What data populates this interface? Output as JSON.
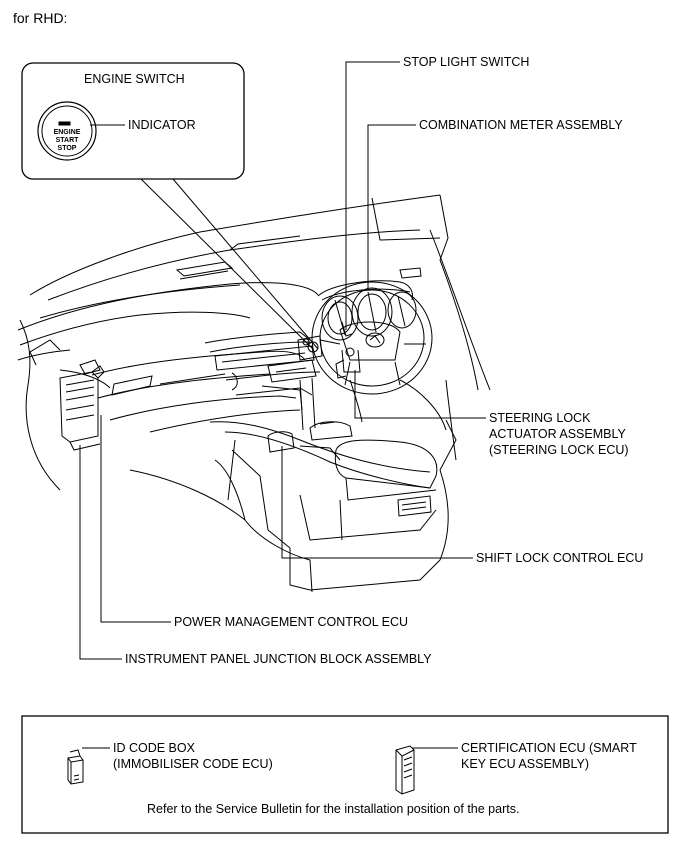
{
  "header": {
    "title": "for RHD:"
  },
  "inset": {
    "title": "ENGINE SWITCH",
    "button_text": [
      "ENGINE",
      "START",
      "STOP"
    ],
    "indicator_label": "INDICATOR"
  },
  "callouts": {
    "stop_light_switch": "STOP LIGHT SWITCH",
    "combination_meter": "COMBINATION METER ASSEMBLY",
    "steering_lock_line1": "STEERING LOCK",
    "steering_lock_line2": "ACTUATOR ASSEMBLY",
    "steering_lock_line3": "(STEERING LOCK ECU)",
    "shift_lock": "SHIFT LOCK CONTROL ECU",
    "power_mgmt": "POWER MANAGEMENT CONTROL ECU",
    "junction_block": "INSTRUMENT PANEL JUNCTION BLOCK ASSEMBLY"
  },
  "footer": {
    "id_code_line1": "ID CODE BOX",
    "id_code_line2": "(IMMOBILISER CODE ECU)",
    "cert_line1": "CERTIFICATION ECU (SMART",
    "cert_line2": "KEY ECU ASSEMBLY)",
    "note": "Refer to the Service Bulletin for the installation position of the parts."
  }
}
